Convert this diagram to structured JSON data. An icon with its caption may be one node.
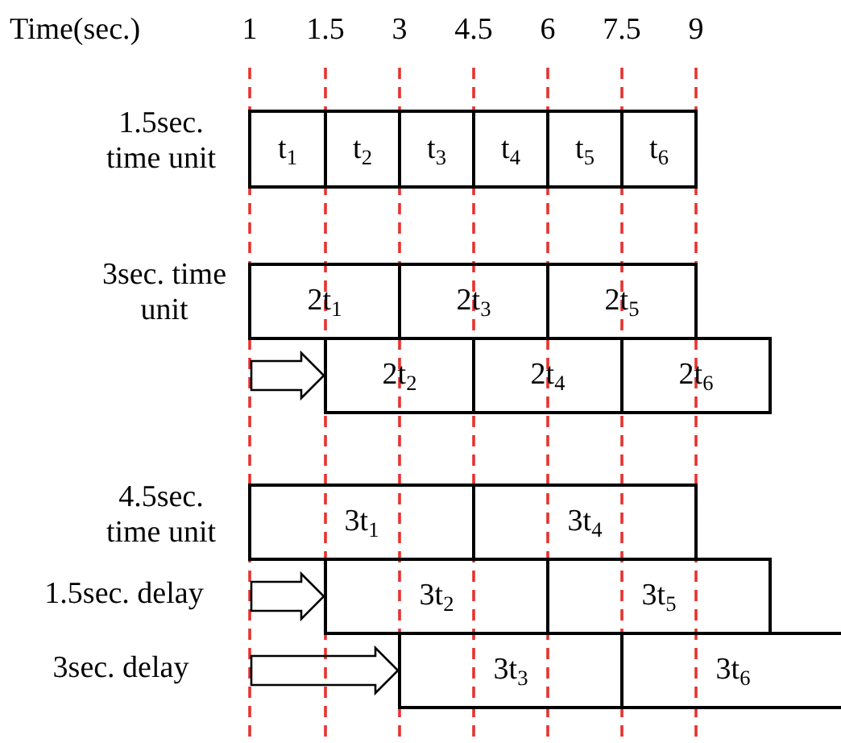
{
  "diagram": {
    "nodes": [
      {
        "text": [
          "t$_{1}$"
        ]
      },
      {
        "text": [
          "t$_{2}$"
        ]
      },
      {
        "text": [
          "t$_{3}$"
        ]
      },
      {
        "text": [
          "t$_{4}$"
        ]
      },
      {
        "text": [
          "t$_{5}$"
        ]
      },
      {
        "text": [
          "t$_{6}$"
        ]
      },
      {
        "text": [
          "2t$_{1}$"
        ]
      },
      {
        "text": [
          "2t$_{3}$"
        ]
      },
      {
        "text": [
          "2t$_{5}$"
        ]
      },
      {
        "text": [
          "2t$_{2}$"
        ]
      },
      {
        "text": [
          "2t$_{4}$"
        ]
      },
      {
        "text": [
          "2t$_{6}$"
        ]
      },
      {
        "text": [
          "3t$_{1}$"
        ]
      },
      {
        "text": [
          "3t$_{4}$"
        ]
      },
      {
        "text": [
          "3t$_{2}$"
        ]
      },
      {
        "text": [
          "3t$_{5}$"
        ]
      },
      {
        "text": [
          "3t$_{3}$"
        ]
      },
      {
        "text": [
          "3t$_{6}$"
        ]
      }
    ],
    "edges": [
      {
        "from": null,
        "to": 9,
        "arrow": "to"
      },
      {
        "from": null,
        "to": 14,
        "arrow": "to"
      },
      {
        "from": null,
        "to": 16,
        "arrow": "to"
      }
    ],
    "labels": [
      "Time(sec.)",
      "1",
      "1.5",
      "3",
      "4.5",
      "6",
      "7.5",
      "9",
      "1.5sec. time unit",
      "3sec. time unit",
      "4.5sec. time unit",
      "1.5sec. delay",
      "3sec. delay"
    ]
  }
}
